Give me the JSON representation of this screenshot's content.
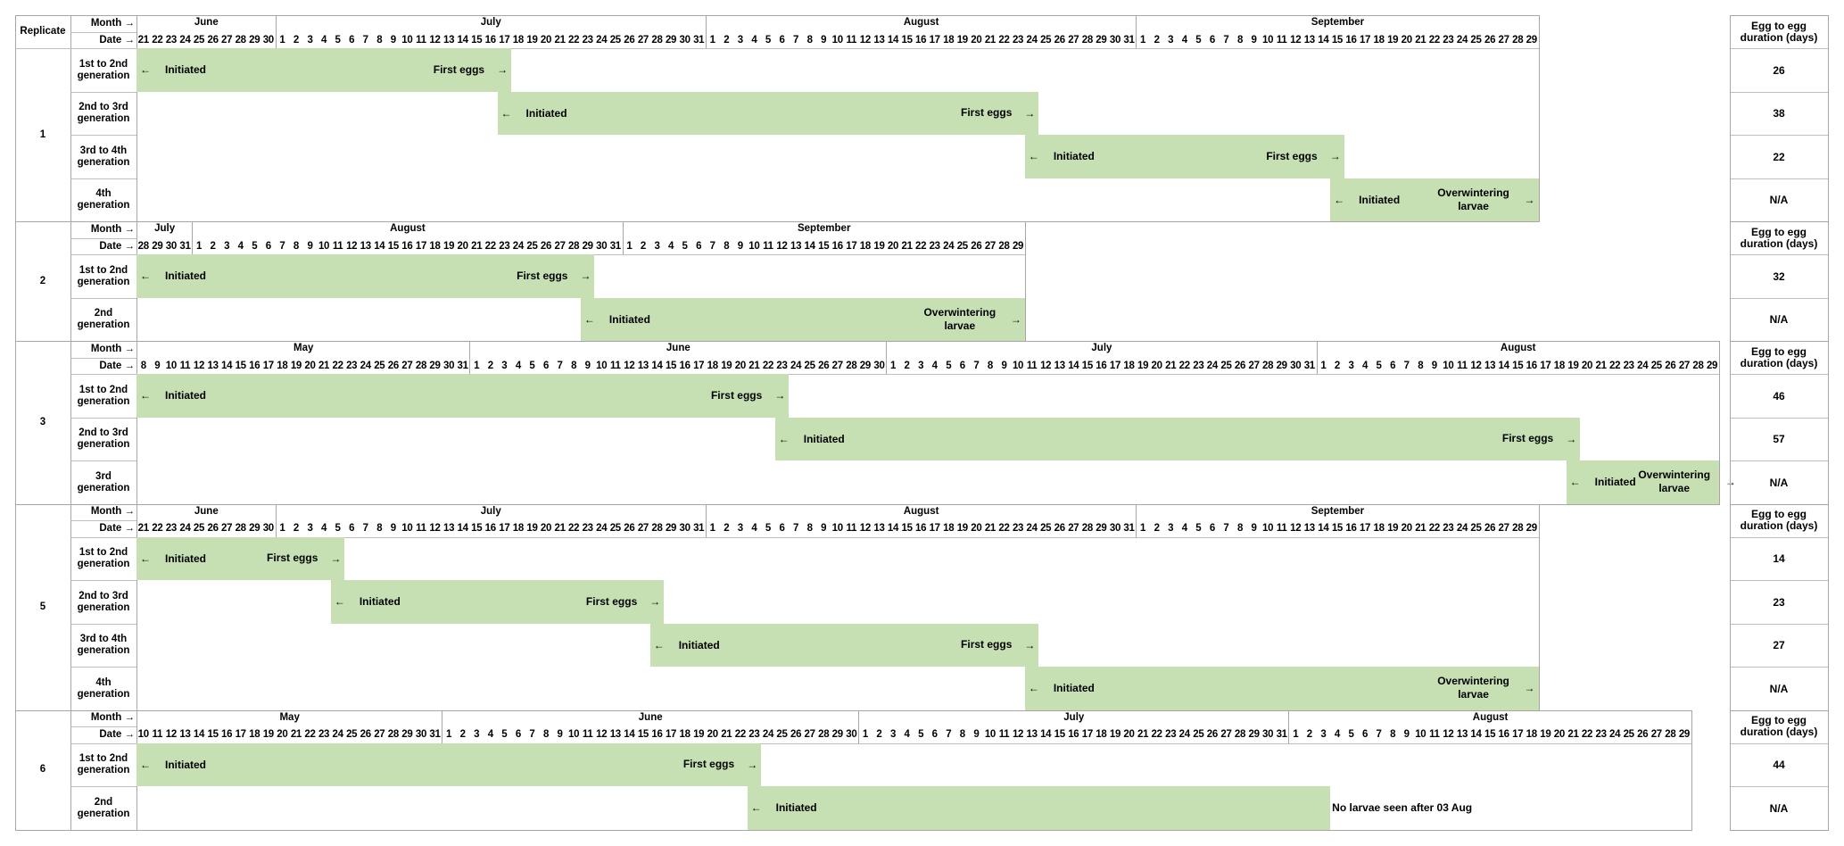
{
  "labels": {
    "replicate": "Replicate",
    "month": "Month →",
    "date": "Date →",
    "duration_header": "Egg to egg duration (days)",
    "arrow_left": "←",
    "arrow_right": "→"
  },
  "colors": {
    "bar": "#c6e0b4",
    "border": "#a6a6a6"
  },
  "blocks": [
    {
      "replicate": "1",
      "months": [
        {
          "name": "June",
          "first": 21,
          "last": 30
        },
        {
          "name": "July",
          "first": 1,
          "last": 31
        },
        {
          "name": "August",
          "first": 1,
          "last": 31
        },
        {
          "name": "September",
          "first": 1,
          "last": 29
        }
      ],
      "generations": [
        {
          "label": "1st to 2nd generation",
          "duration": "26",
          "bar": {
            "start": [
              "June",
              21
            ],
            "end": [
              "July",
              17
            ],
            "start_label": "Initiated",
            "end_label": "First eggs"
          }
        },
        {
          "label": "2nd to 3rd generation",
          "duration": "38",
          "bar": {
            "start": [
              "July",
              17
            ],
            "end": [
              "August",
              24
            ],
            "start_label": "Initiated",
            "end_label": "First eggs"
          }
        },
        {
          "label": "3rd to 4th generation",
          "duration": "22",
          "bar": {
            "start": [
              "August",
              24
            ],
            "end": [
              "September",
              15
            ],
            "start_label": "Initiated",
            "end_label": "First eggs"
          }
        },
        {
          "label": "4th generation",
          "duration": "N/A",
          "bar": {
            "start": [
              "September",
              15
            ],
            "end": [
              "September",
              29
            ],
            "start_label": "Initiated",
            "end_label": "Overwintering larvae"
          }
        }
      ]
    },
    {
      "replicate": "2",
      "months": [
        {
          "name": "July",
          "first": 28,
          "last": 31
        },
        {
          "name": "August",
          "first": 1,
          "last": 31
        },
        {
          "name": "September",
          "first": 1,
          "last": 29
        }
      ],
      "generations": [
        {
          "label": "1st to 2nd generation",
          "duration": "32",
          "bar": {
            "start": [
              "July",
              28
            ],
            "end": [
              "August",
              29
            ],
            "start_label": "Initiated",
            "end_label": "First eggs"
          }
        },
        {
          "label": "2nd generation",
          "duration": "N/A",
          "bar": {
            "start": [
              "August",
              29
            ],
            "end": [
              "September",
              29
            ],
            "start_label": "Initiated",
            "end_label": "Overwintering larvae"
          }
        }
      ]
    },
    {
      "replicate": "3",
      "months": [
        {
          "name": "May",
          "first": 8,
          "last": 31
        },
        {
          "name": "June",
          "first": 1,
          "last": 30
        },
        {
          "name": "July",
          "first": 1,
          "last": 31
        },
        {
          "name": "August",
          "first": 1,
          "last": 29
        }
      ],
      "generations": [
        {
          "label": "1st to 2nd generation",
          "duration": "46",
          "bar": {
            "start": [
              "May",
              8
            ],
            "end": [
              "June",
              23
            ],
            "start_label": "Initiated",
            "end_label": "First eggs"
          }
        },
        {
          "label": "2nd to 3rd generation",
          "duration": "57",
          "bar": {
            "start": [
              "June",
              23
            ],
            "end": [
              "August",
              19
            ],
            "start_label": "Initiated",
            "end_label": "First eggs"
          }
        },
        {
          "label": "3rd generation",
          "duration": "N/A",
          "bar": {
            "start": [
              "August",
              19
            ],
            "end": [
              "August",
              29
            ],
            "start_label": "Initiated",
            "end_label": "Overwintering larvae"
          }
        }
      ]
    },
    {
      "replicate": "5",
      "months": [
        {
          "name": "June",
          "first": 21,
          "last": 30
        },
        {
          "name": "July",
          "first": 1,
          "last": 31
        },
        {
          "name": "August",
          "first": 1,
          "last": 31
        },
        {
          "name": "September",
          "first": 1,
          "last": 29
        }
      ],
      "generations": [
        {
          "label": "1st to 2nd generation",
          "duration": "14",
          "bar": {
            "start": [
              "June",
              21
            ],
            "end": [
              "July",
              5
            ],
            "start_label": "Initiated",
            "end_label": "First eggs"
          }
        },
        {
          "label": "2nd to 3rd generation",
          "duration": "23",
          "bar": {
            "start": [
              "July",
              5
            ],
            "end": [
              "July",
              28
            ],
            "start_label": "Initiated",
            "end_label": "First eggs"
          }
        },
        {
          "label": "3rd to 4th generation",
          "duration": "27",
          "bar": {
            "start": [
              "July",
              28
            ],
            "end": [
              "August",
              24
            ],
            "start_label": "Initiated",
            "end_label": "First eggs"
          }
        },
        {
          "label": "4th generation",
          "duration": "N/A",
          "bar": {
            "start": [
              "August",
              24
            ],
            "end": [
              "September",
              29
            ],
            "start_label": "Initiated",
            "end_label": "Overwintering larvae"
          }
        }
      ]
    },
    {
      "replicate": "6",
      "months": [
        {
          "name": "May",
          "first": 10,
          "last": 31
        },
        {
          "name": "June",
          "first": 1,
          "last": 30
        },
        {
          "name": "July",
          "first": 1,
          "last": 31
        },
        {
          "name": "August",
          "first": 1,
          "last": 29
        }
      ],
      "generations": [
        {
          "label": "1st to 2nd generation",
          "duration": "44",
          "bar": {
            "start": [
              "May",
              10
            ],
            "end": [
              "June",
              23
            ],
            "start_label": "Initiated",
            "end_label": "First eggs"
          }
        },
        {
          "label": "2nd generation",
          "duration": "N/A",
          "bar": {
            "start": [
              "June",
              23
            ],
            "end": [
              "August",
              3
            ],
            "start_label": "Initiated",
            "end_label": ""
          },
          "note": "No larvae seen after 03 Aug"
        }
      ]
    }
  ]
}
